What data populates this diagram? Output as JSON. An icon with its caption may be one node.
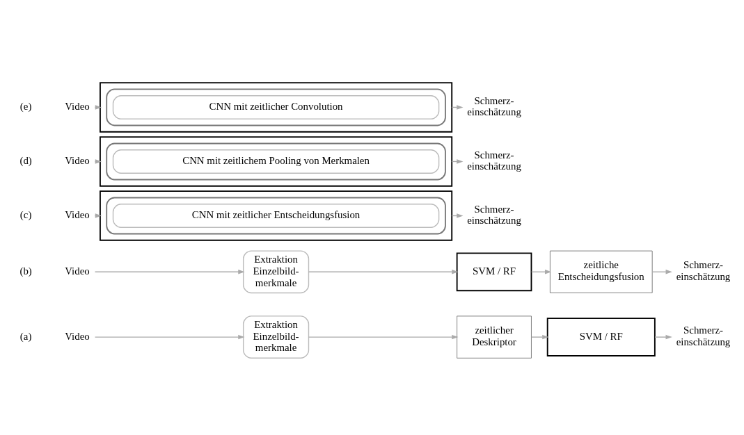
{
  "diagram": {
    "nodes": [
      {
        "text": [
          "Video"
        ]
      },
      {
        "text": [
          "Extraktion Einzelbild- merkmale"
        ]
      },
      {
        "text": [
          "zeitlicher Deskriptor"
        ]
      },
      {
        "text": [
          "SVM / RF"
        ]
      },
      {
        "text": [
          "Schmerz- einschätzung"
        ]
      },
      {
        "text": [
          "Video"
        ]
      },
      {
        "text": [
          "Extraktion Einzelbild- merkmale"
        ]
      },
      {
        "text": [
          "SVM / RF"
        ]
      },
      {
        "text": [
          "zeitliche Entscheidungsfusion"
        ]
      },
      {
        "text": [
          "Schmerz- einschätzung"
        ]
      },
      {
        "text": [
          "Video"
        ]
      },
      {
        "text": [],
        "shape": "box"
      },
      {
        "text": [],
        "shape": "document",
        "in": 11
      },
      {
        "text": [
          "CNN mit zeitlicher Entscheidungsfusion"
        ],
        "in": 12
      },
      {
        "text": [
          "Schmerz- einschätzung"
        ]
      },
      {
        "text": [
          "Video"
        ]
      },
      {
        "text": [],
        "shape": "box"
      },
      {
        "text": [],
        "shape": "document",
        "in": 16
      },
      {
        "text": [
          "CNN mit zeitlichem Pooling von Merkmalen"
        ],
        "in": 17
      },
      {
        "text": [
          "Schmerz- einschätzung"
        ]
      },
      {
        "text": [
          "Video"
        ]
      },
      {
        "text": [],
        "shape": "box"
      },
      {
        "text": [],
        "shape": "document",
        "in": 21
      },
      {
        "text": [
          "CNN mit zeitlicher Convolution"
        ],
        "in": 22
      },
      {
        "text": [
          "Schmerz- einschätzung"
        ]
      }
    ],
    "edges": [
      {
        "from": 0,
        "to": 1,
        "arrow": "to"
      },
      {
        "from": 1,
        "to": 2,
        "arrow": "to"
      },
      {
        "from": 2,
        "to": 3,
        "arrow": "to"
      },
      {
        "from": 3,
        "to": 4,
        "arrow": "to"
      },
      {
        "from": 5,
        "to": 6,
        "arrow": "to"
      },
      {
        "from": 6,
        "to": 7,
        "arrow": "to"
      },
      {
        "from": 7,
        "to": 8,
        "arrow": "to"
      },
      {
        "from": 8,
        "to": 9,
        "arrow": "to"
      },
      {
        "from": 10,
        "to": 11,
        "arrow": "to"
      },
      {
        "from": 11,
        "to": 14,
        "arrow": "to"
      },
      {
        "from": 15,
        "to": 16,
        "arrow": "to"
      },
      {
        "from": 16,
        "to": 19,
        "arrow": "to"
      },
      {
        "from": 20,
        "to": 21,
        "arrow": "to"
      },
      {
        "from": 21,
        "to": 24,
        "arrow": "to"
      }
    ],
    "labels": [
      "(a)",
      "(b)",
      "(c)",
      "(d)",
      "(e)"
    ]
  }
}
